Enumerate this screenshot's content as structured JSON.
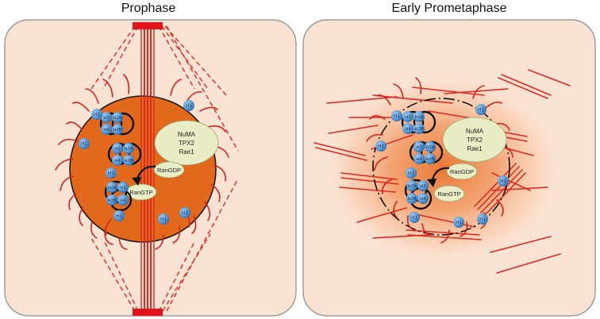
{
  "panels": [
    {
      "title": "Prophase",
      "proteins": [
        "NuMA",
        "TPX2",
        "Rae1"
      ],
      "ran_gdp": "RanGDP",
      "ran_gtp": "RanGTP",
      "h1_label": "H1",
      "histones": [
        "H3",
        "H2A",
        "H4",
        "H2B"
      ]
    },
    {
      "title": "Early Prometaphase",
      "proteins": [
        "NuMA",
        "TPX2",
        "Rae1"
      ],
      "ran_gdp": "RanGDP",
      "ran_gtp": "RanGTP",
      "h1_label": "H1",
      "histones": [
        "H3",
        "H2A",
        "H4",
        "H2B"
      ]
    }
  ],
  "colors": {
    "cell_fill": "#fbe3d3",
    "nucleus_fill": "#e2691b",
    "chromatin_red": "#d4231c",
    "microtubule_red": "#dd2a20",
    "protein_fill": "#e8edc5",
    "histone_blue": "#5b9bd5",
    "centrosome": "#e1141b"
  }
}
